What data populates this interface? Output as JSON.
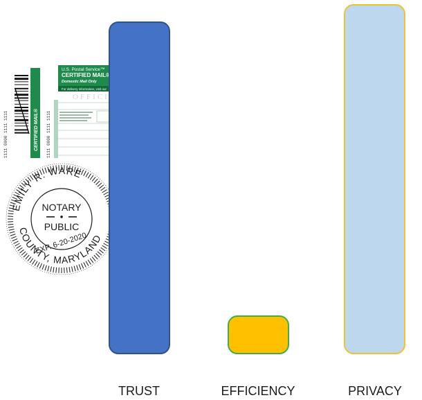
{
  "diagram": {
    "bars": [
      {
        "id": "trust",
        "label": "TRUST",
        "level": 0.95,
        "fill": "#4472C4",
        "stroke": "#2F528F"
      },
      {
        "id": "efficiency",
        "label": "EFFICIENCY",
        "level": 0.11,
        "fill": "#FFC000",
        "stroke": "#3DAE49"
      },
      {
        "id": "privacy",
        "label": "PRIVACY",
        "level": 1.0,
        "fill": "#BDD7EE",
        "stroke": "#F2C12E"
      }
    ]
  },
  "collage": {
    "postal_label": {
      "header_line1": "U.S. Postal Service™",
      "header_line2": "CERTIFIED MAIL® R",
      "header_line3": "Domestic Mail Only",
      "info_line": "For delivery information, visit our",
      "watermark": "OFFICI",
      "side_text": "CERTIFIED MAIL®",
      "digits": "1111 0000 1111 1111",
      "colors": {
        "green": "#1E8A4C",
        "dark_green": "#116B36"
      }
    },
    "seal": {
      "top_text": "EMILY R. WARE",
      "center_line1": "NOTARY",
      "center_line2": "PUBLIC",
      "exp_text": "EXP. 6-20-2020",
      "bottom_text": "COUNTY, MARYLAND",
      "ink_color": "#1a1a1a"
    }
  }
}
